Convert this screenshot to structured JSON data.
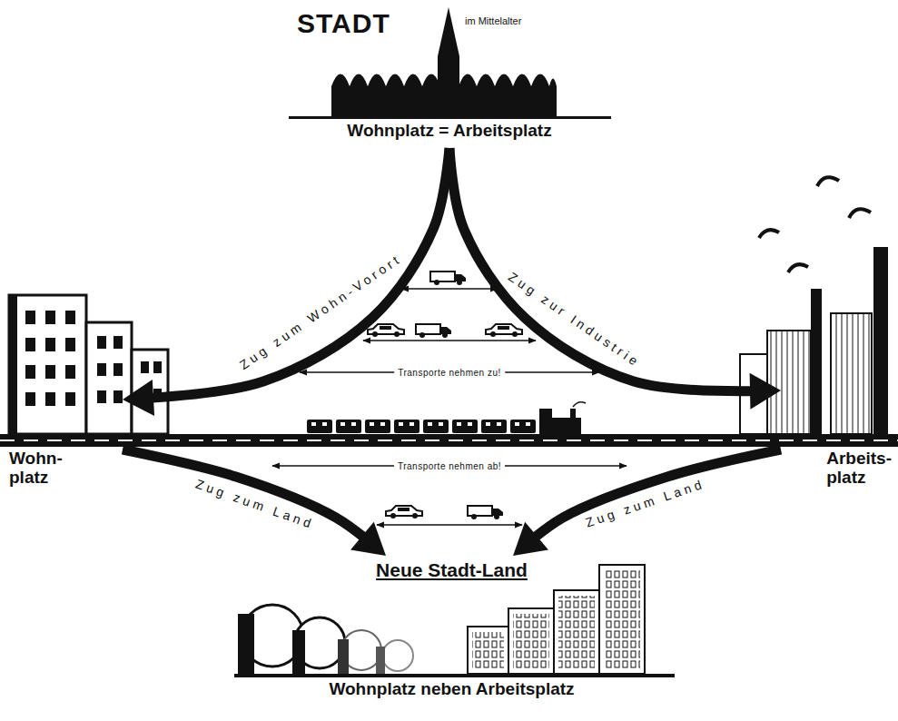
{
  "diagram": {
    "nodes": [
      {
        "text": [
          "STADT",
          "im Mittelalter",
          "Wohnplatz = Arbeitsplatz"
        ]
      },
      {
        "text": [
          "Wohn- platz"
        ]
      },
      {
        "text": [
          "Arbeits- platz"
        ]
      },
      {
        "text": [
          "Neue Stadt-Land",
          "Wohnplatz neben Arbeitsplatz"
        ]
      }
    ],
    "edges": [
      {
        "from": 0,
        "to": 1,
        "arrow": "to",
        "label": "Zug zum Wohn-Vorort"
      },
      {
        "from": 0,
        "to": 2,
        "arrow": "to",
        "label": "Zug zur Industrie"
      },
      {
        "from": 1,
        "to": 3,
        "arrow": "to",
        "label": "Zug zum Land"
      },
      {
        "from": 2,
        "to": 3,
        "arrow": "to",
        "label": "Zug zum Land"
      }
    ],
    "labels": [
      "Transporte nehmen zu!",
      "Transporte nehmen ab!"
    ]
  }
}
